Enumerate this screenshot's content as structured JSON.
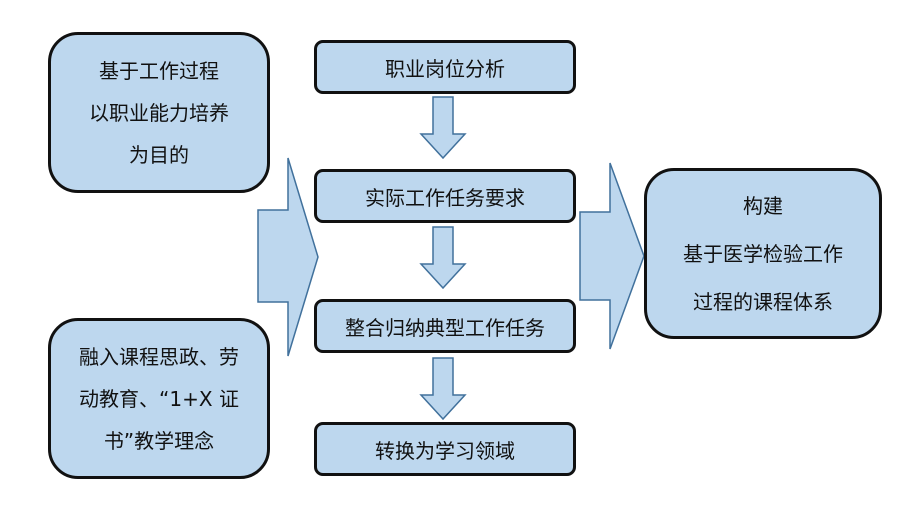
{
  "diagram": {
    "left_top_box": {
      "lines": [
        "基于工作过程",
        "以职业能力培养",
        "为目的"
      ]
    },
    "left_bottom_box": {
      "lines": [
        "融入课程思政、劳",
        "动教育、“1+X 证",
        "书”教学理念"
      ]
    },
    "steps": [
      "职业岗位分析",
      "实际工作任务要求",
      "整合归纳典型工作任务",
      "转换为学习领域"
    ],
    "right_box": {
      "lines": [
        "构建",
        "基于医学检验工作",
        "过程的课程体系"
      ]
    },
    "colors": {
      "box_fill": "#bdd7ee",
      "arrow_fill": "#bdd7ee",
      "arrow_stroke": "#41719c",
      "border": "#111111"
    }
  }
}
